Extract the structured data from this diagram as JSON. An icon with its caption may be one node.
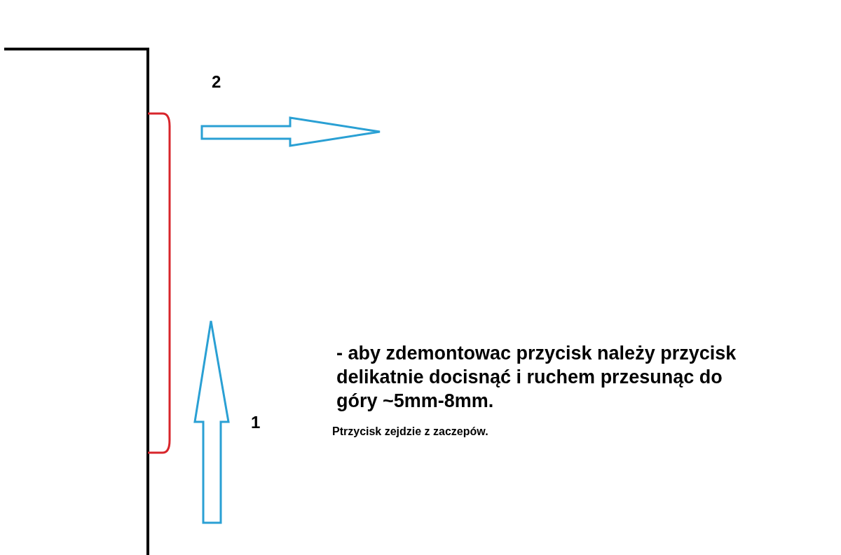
{
  "diagram": {
    "labels": [
      "2",
      "- aby zdemontowac przycisk należy przycisk delikatnie docisnąć i ruchem przesunąc do  góry ~5mm-8mm.",
      "1",
      "Ptrzycisk zejdzie z zaczepów."
    ]
  }
}
